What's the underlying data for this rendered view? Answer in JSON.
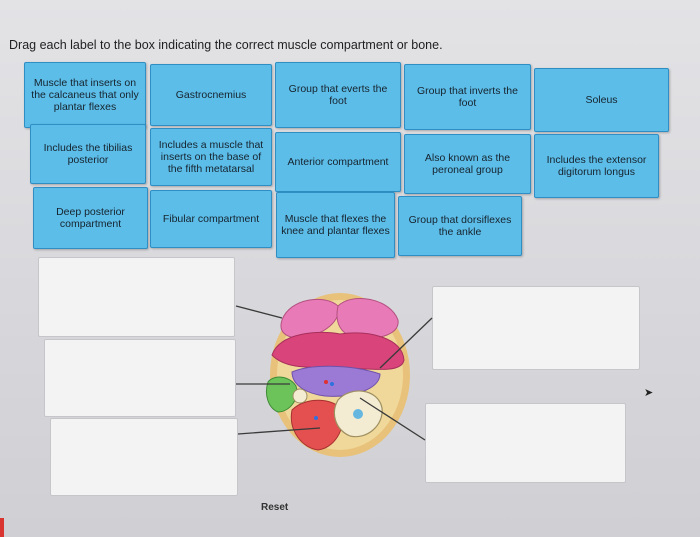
{
  "instruction": "Drag each label to the box indicating the correct muscle compartment or bone.",
  "labels": [
    {
      "text": "Muscle that inserts on the calcaneus that only plantar flexes"
    },
    {
      "text": "Gastrocnemius"
    },
    {
      "text": "Group that everts the foot"
    },
    {
      "text": "Group that inverts the foot"
    },
    {
      "text": "Soleus"
    },
    {
      "text": "Includes the tibilias posterior"
    },
    {
      "text": "Includes a muscle that inserts on the base of the fifth metatarsal"
    },
    {
      "text": "Anterior compartment"
    },
    {
      "text": "Also known as the peroneal group"
    },
    {
      "text": "Includes the extensor digitorum longus"
    },
    {
      "text": "Deep posterior compartment"
    },
    {
      "text": "Fibular compartment"
    },
    {
      "text": "Muscle that flexes the knee and plantar flexes"
    },
    {
      "text": "Group that dorsiflexes the ankle"
    }
  ],
  "reset_label": "Reset",
  "colors": {
    "label_fill": "#5cbde9",
    "label_border": "#2f8fc5",
    "drop_fill": "#f3f3f4"
  }
}
